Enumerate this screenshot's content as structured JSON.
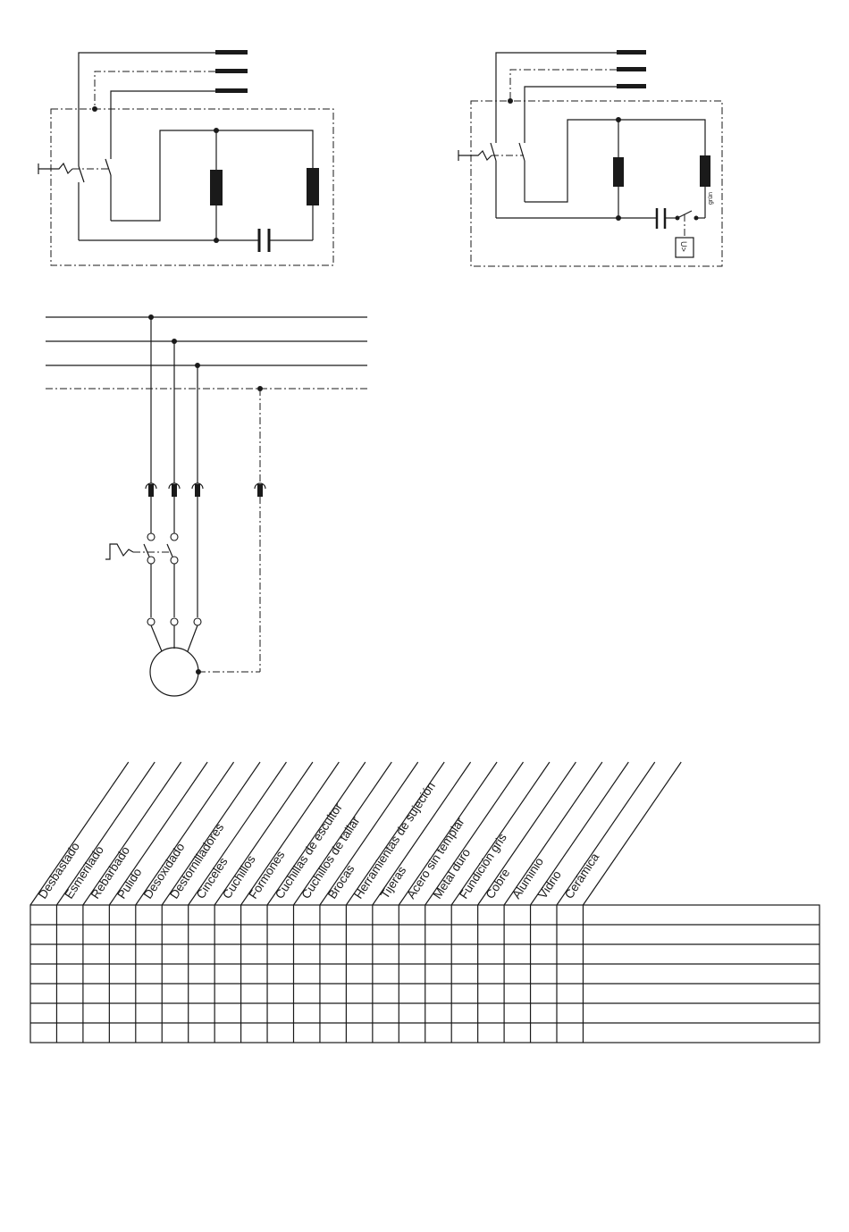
{
  "wiring_diagram_right": {
    "wire_color_label": "grün",
    "unit_box_label": "U>"
  },
  "application_table": {
    "columns": [
      "Desbastado",
      "Esmerilado",
      "Rebarbado",
      "Pulido",
      "Desoxidado",
      "Destornilladores",
      "Cinceles",
      "Cuchillos",
      "Formones",
      "Cuchillas de escultor",
      "Cuchillos de tallar",
      "Brocas",
      "Herramientas de sujeción",
      "Tijeras",
      "Acero sin templar",
      "Metal duro",
      "Fundición gris",
      "Cobre",
      "Aluminio",
      "Vidrio",
      "Cerámica"
    ],
    "row_count": 7
  }
}
